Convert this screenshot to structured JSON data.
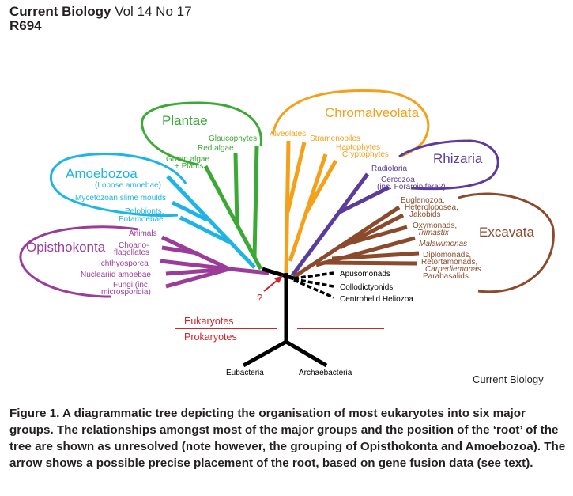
{
  "header": {
    "journal": "Current Biology",
    "volume": "Vol 14 No 17",
    "page": "R694"
  },
  "groups": {
    "plantae": "Plantae",
    "chromalveolata": "Chromalveolata",
    "rhizaria": "Rhizaria",
    "amoebozoa": "Amoebozoa",
    "excavata": "Excavata",
    "opisthokonta": "Opisthokonta"
  },
  "taxa": {
    "glaucophytes": "Glaucophytes",
    "red_algae": "Red algae",
    "green_algae_1": "Green algae",
    "green_algae_2": "+ Plants",
    "alveolates": "Alveolates",
    "stramenopiles": "Stramenopiles",
    "haptophytes": "Haptophytes",
    "cryptophytes": "Cryptophytes",
    "radiolaria": "Radiolaria",
    "cercozoa_1": "Cercozoa",
    "cercozoa_2": "(inc. Foraminifera?)",
    "lobose": "(Lobose amoebae)",
    "mycetozoan": "Mycetozoan slime moulds",
    "pelobionts_1": "Pelobionts,",
    "pelobionts_2": "Entamoebae",
    "animals": "Animals",
    "choano_1": "Choano-",
    "choano_2": "flagellates",
    "ichthyosporea": "Ichthyosporea",
    "nucleariid": "Nucleariid amoebae",
    "fungi_1": "Fungi (inc.",
    "fungi_2": "microsporidia)",
    "euglenozoa": "Euglenozoa,",
    "heterolobosea": "Heterolobosea,",
    "jakobids": "Jakobids",
    "oxymonads": "Oxymonads,",
    "trimastix": "Trimastix",
    "malawimonas": "Malawimonas",
    "diplomonads": "Diplomonads,",
    "retortamonads": "Retortamonads,",
    "carpediemonas": "Carpediemonas",
    "parabasalids": "Parabasalids",
    "apusomonads": "Apusomonads",
    "collodictyonids": "Collodictyonids",
    "centrohelid": "Centrohelid Heliozoa",
    "eukaryotes": "Eukaryotes",
    "prokaryotes": "Prokaryotes",
    "eubacteria": "Eubacteria",
    "archaebacteria": "Archaebacteria",
    "question": "?"
  },
  "colors": {
    "plantae": "#3aaa35",
    "chromalveolata": "#f5a01a",
    "rhizaria": "#5b3c9b",
    "amoebozoa": "#1fb4e6",
    "excavata": "#8b4a2b",
    "opisthokonta": "#9b3c9b",
    "prokaryote_line": "#d2232a"
  },
  "credit": "Current Biology",
  "caption": "Figure 1. A diagrammatic tree depicting the organisation of most eukaryotes into six major groups. The relationships amongst most of the major groups and the position of the ‘root’ of the tree are shown as unresolved (note however, the grouping of Opisthokonta and Amoebozoa). The arrow shows a possible precise placement of the root, based on gene fusion data (see text)."
}
